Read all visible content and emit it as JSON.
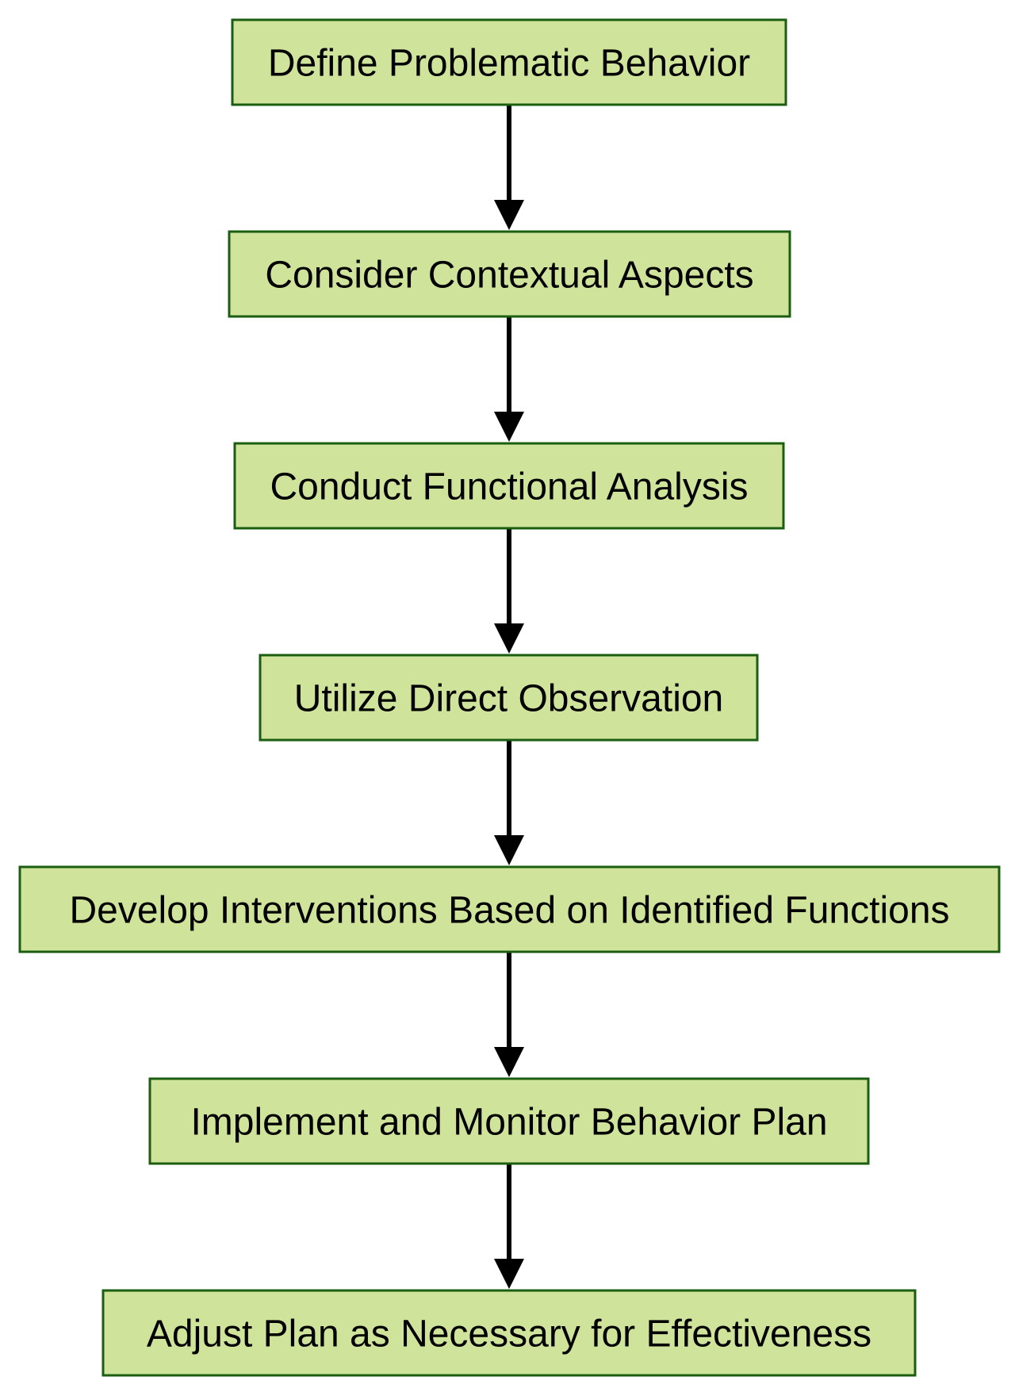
{
  "diagram": {
    "colors": {
      "node_fill": "#cfe39b",
      "node_border": "#1b5e12",
      "arrow": "#000000",
      "text": "#000000"
    },
    "nodes": [
      {
        "id": "define",
        "label": "Define Problematic Behavior"
      },
      {
        "id": "consider",
        "label": "Consider Contextual Aspects"
      },
      {
        "id": "conduct",
        "label": "Conduct Functional Analysis"
      },
      {
        "id": "utilize",
        "label": "Utilize Direct Observation"
      },
      {
        "id": "develop",
        "label": "Develop Interventions Based on Identified Functions"
      },
      {
        "id": "implement",
        "label": "Implement and Monitor Behavior Plan"
      },
      {
        "id": "adjust",
        "label": "Adjust Plan as Necessary for Effectiveness"
      }
    ],
    "edges": [
      {
        "from": "define",
        "to": "consider"
      },
      {
        "from": "consider",
        "to": "conduct"
      },
      {
        "from": "conduct",
        "to": "utilize"
      },
      {
        "from": "utilize",
        "to": "develop"
      },
      {
        "from": "develop",
        "to": "implement"
      },
      {
        "from": "implement",
        "to": "adjust"
      }
    ]
  }
}
